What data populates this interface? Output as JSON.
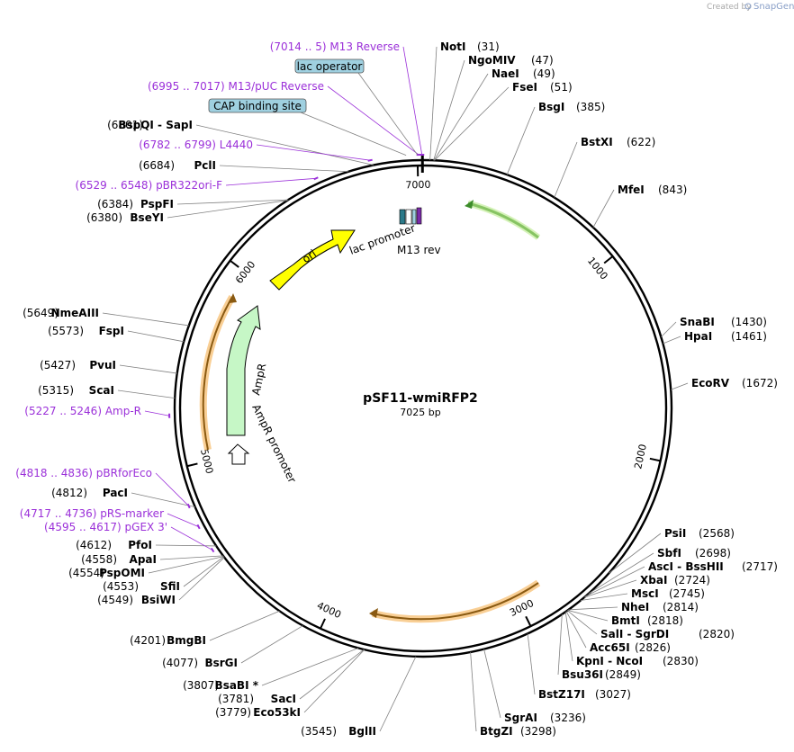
{
  "credit": {
    "text": "Created by",
    "brand": "SnapGene"
  },
  "plasmid": {
    "name": "pSF11-wmiRFP2",
    "size_label": "7025 bp",
    "length": 7025
  },
  "colors": {
    "backbone": "#000000",
    "feature_purple": "#9b30d9",
    "box_fill": "#9fd0e0",
    "ori": "#ffff00",
    "ampr": "#c6f7c6",
    "orange_halo": "#f7c37a",
    "green_arc": "#7ec850"
  },
  "ticks": [
    {
      "pos": 1000,
      "label": "1000"
    },
    {
      "pos": 2000,
      "label": "2000"
    },
    {
      "pos": 3000,
      "label": "3000"
    },
    {
      "pos": 4000,
      "label": "4000"
    },
    {
      "pos": 5000,
      "label": "5000"
    },
    {
      "pos": 6000,
      "label": "6000"
    },
    {
      "pos": 7000,
      "label": "7000"
    }
  ],
  "sites": [
    {
      "name": "NotI",
      "pos": "(31)",
      "p": 31
    },
    {
      "name": "NgoMIV",
      "pos": "(47)",
      "p": 47
    },
    {
      "name": "NaeI",
      "pos": "(49)",
      "p": 49
    },
    {
      "name": "FseI",
      "pos": "(51)",
      "p": 51
    },
    {
      "name": "BsgI",
      "pos": "(385)",
      "p": 385
    },
    {
      "name": "BstXI",
      "pos": "(622)",
      "p": 622
    },
    {
      "name": "MfeI",
      "pos": "(843)",
      "p": 843
    },
    {
      "name": "SnaBI",
      "pos": "(1430)",
      "p": 1430
    },
    {
      "name": "HpaI",
      "pos": "(1461)",
      "p": 1461
    },
    {
      "name": "EcoRV",
      "pos": "(1672)",
      "p": 1672
    },
    {
      "name": "PsiI",
      "pos": "(2568)",
      "p": 2568
    },
    {
      "name": "SbfI",
      "pos": "(2698)",
      "p": 2698
    },
    {
      "name": "AscI  -  BssHII",
      "pos": "(2717)",
      "p": 2717
    },
    {
      "name": "XbaI",
      "pos": "(2724)",
      "p": 2724
    },
    {
      "name": "MscI",
      "pos": "(2745)",
      "p": 2745
    },
    {
      "name": "NheI",
      "pos": "(2814)",
      "p": 2814
    },
    {
      "name": "BmtI",
      "pos": "(2818)",
      "p": 2818
    },
    {
      "name": "SalI  -  SgrDI",
      "pos": "(2820)",
      "p": 2820
    },
    {
      "name": "Acc65I",
      "pos": "(2826)",
      "p": 2826
    },
    {
      "name": "KpnI  -  NcoI",
      "pos": "(2830)",
      "p": 2830
    },
    {
      "name": "Bsu36I",
      "pos": "(2849)",
      "p": 2849
    },
    {
      "name": "BstZ17I",
      "pos": "(3027)",
      "p": 3027
    },
    {
      "name": "SgrAI",
      "pos": "(3236)",
      "p": 3236
    },
    {
      "name": "BtgZI",
      "pos": "(3298)",
      "p": 3298
    },
    {
      "name": "BglII",
      "pos": "(3545)",
      "p": 3545
    },
    {
      "name": "Eco53kI",
      "pos": "(3779)",
      "p": 3779
    },
    {
      "name": "SacI",
      "pos": "(3781)",
      "p": 3781
    },
    {
      "name": "BsaBI *",
      "pos": "(3807)",
      "p": 3807
    },
    {
      "name": "BsrGI",
      "pos": "(4077)",
      "p": 4077
    },
    {
      "name": "BmgBI",
      "pos": "(4201)",
      "p": 4201
    },
    {
      "name": "BsiWI",
      "pos": "(4549)",
      "p": 4549
    },
    {
      "name": "SfiI",
      "pos": "(4553)",
      "p": 4553
    },
    {
      "name": "PspOMI",
      "pos": "(4554)",
      "p": 4554
    },
    {
      "name": "ApaI",
      "pos": "(4558)",
      "p": 4558
    },
    {
      "name": "PfoI",
      "pos": "(4612)",
      "p": 4612
    },
    {
      "name": "PacI",
      "pos": "(4812)",
      "p": 4812
    },
    {
      "name": "ScaI",
      "pos": "(5315)",
      "p": 5315
    },
    {
      "name": "PvuI",
      "pos": "(5427)",
      "p": 5427
    },
    {
      "name": "FspI",
      "pos": "(5573)",
      "p": 5573
    },
    {
      "name": "NmeAIII",
      "pos": "(5649)",
      "p": 5649
    },
    {
      "name": "BseYI",
      "pos": "(6380)",
      "p": 6380
    },
    {
      "name": "PspFI",
      "pos": "(6384)",
      "p": 6384
    },
    {
      "name": "PclI",
      "pos": "(6684)",
      "p": 6684
    },
    {
      "name": "BspQI  -  SapI",
      "pos": "(6801)",
      "p": 6801
    }
  ],
  "features_outer": [
    {
      "label": "M13 Reverse",
      "range": "(7014 .. 5)",
      "p": 7020
    },
    {
      "label": "M13/pUC Reverse",
      "range": "(6995 .. 7017)",
      "p": 7006
    },
    {
      "label": "L4440",
      "range": "(6782 .. 6799)",
      "p": 6790
    },
    {
      "label": "pBR322ori-F",
      "range": "(6529 .. 6548)",
      "p": 6538
    },
    {
      "label": "Amp-R",
      "range": "(5227 .. 5246)",
      "p": 5236
    },
    {
      "label": "pBRforEco",
      "range": "(4818 .. 4836)",
      "p": 4827
    },
    {
      "label": "pRS-marker",
      "range": "(4717 .. 4736)",
      "p": 4726
    },
    {
      "label": "pGEX 3'",
      "range": "(4595 .. 4617)",
      "p": 4606
    }
  ],
  "boxed_features": [
    {
      "label": "lac operator",
      "p": 7000
    },
    {
      "label": "CAP binding site",
      "p": 6950
    }
  ],
  "inner_features": [
    {
      "label": "ori"
    },
    {
      "label": "AmpR"
    },
    {
      "label": "AmpR promoter"
    },
    {
      "label": "lac promoter"
    },
    {
      "label": "M13 rev"
    }
  ]
}
